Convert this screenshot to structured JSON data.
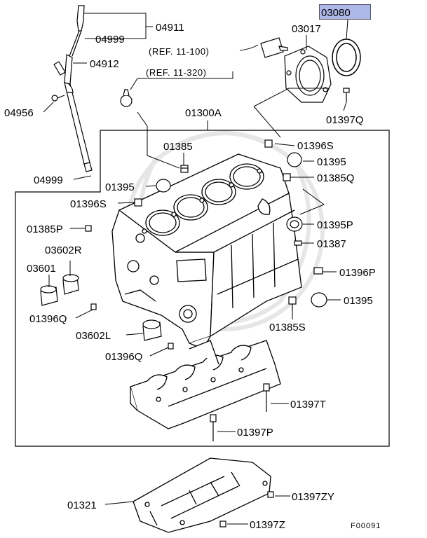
{
  "highlighted_part": "03080",
  "figure_code": "F00091",
  "refs": [
    "(REF. 11-100)",
    "(REF. 11-320)"
  ],
  "labels": {
    "p04911": "04911",
    "p04999a": "04999",
    "p04912": "04912",
    "p04956": "04956",
    "p04999b": "04999",
    "p03017": "03017",
    "p01397q": "01397Q",
    "p01300a": "01300A",
    "p01385": "01385",
    "p01396s_a": "01396S",
    "p01395_a": "01395",
    "p01385q": "01385Q",
    "p01395_b": "01395",
    "p01396s_b": "01396S",
    "p01385p": "01385P",
    "p01395p": "01395P",
    "p03602r": "03602R",
    "p01387": "01387",
    "p03601": "03601",
    "p01396p": "01396P",
    "p01395_c": "01395",
    "p01396q_a": "01396Q",
    "p03602l": "03602L",
    "p01385s": "01385S",
    "p01396q_b": "01396Q",
    "p01397t": "01397T",
    "p01397p": "01397P",
    "p01321": "01321",
    "p01397zy": "01397ZY",
    "p01397z": "01397Z"
  },
  "colors": {
    "line": "#000000",
    "highlight": "#aeb8e8",
    "watermark": "#e6e6e6"
  }
}
